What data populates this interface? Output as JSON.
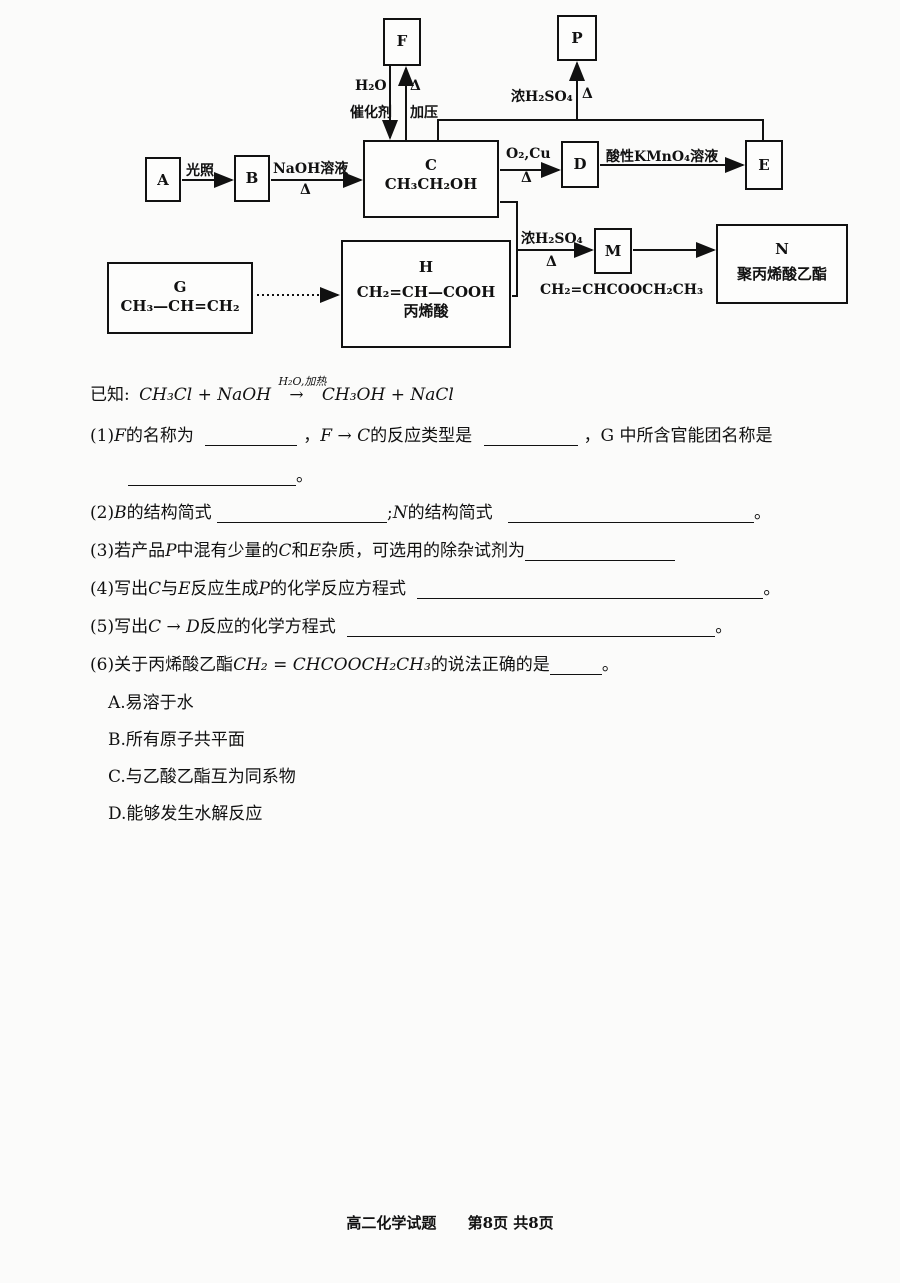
{
  "diagram": {
    "boxes": {
      "F": "F",
      "P": "P",
      "A": "A",
      "B": "B",
      "C_letter": "C",
      "C_formula": "CH₃CH₂OH",
      "D": "D",
      "E": "E",
      "G_letter": "G",
      "G_formula": "CH₃—CH=CH₂",
      "H_letter": "H",
      "H_formula": "CH₂=CH—COOH",
      "H_name": "丙烯酸",
      "M": "M",
      "N_letter": "N",
      "N_name": "聚丙烯酸乙酯"
    },
    "labels": {
      "a_to_b": "光照",
      "b_to_c": "NaOH溶液",
      "b_to_c_2": "Δ",
      "f_to_c_1": "H₂O",
      "f_to_c_2": "催化剂",
      "f_to_c_3": "Δ",
      "f_to_c_4": "加压",
      "c_to_d_1": "O₂,Cu",
      "c_to_d_2": "Δ",
      "d_to_e": "酸性KMnO₄溶液",
      "to_p_1": "浓H₂SO₄",
      "to_p_2": "Δ",
      "to_m_1": "浓H₂SO₄",
      "to_m_2": "Δ",
      "m_formula": "CH₂=CHCOOCH₂CH₃"
    }
  },
  "known": {
    "prefix": "已知:",
    "eq_left": "CH₃Cl + NaOH",
    "eq_cond": "H₂O,加热",
    "eq_arrow": "→",
    "eq_right": "CH₃OH + NaCl"
  },
  "questions": {
    "q1_a": "(1)",
    "q1_b": "F",
    "q1_c": "的名称为",
    "q1_d": "，",
    "q1_e": "F → C",
    "q1_f": "的反应类型是",
    "q1_g": "，G 中所含官能团名称是",
    "q1_end": "。",
    "q2_a": "(2)",
    "q2_b": "B",
    "q2_c": "的结构简式",
    "q2_d": ";",
    "q2_e": "N",
    "q2_f": "的结构简式",
    "q2_end": "。",
    "q3_a": "(3)若产品",
    "q3_b": "P",
    "q3_c": "中混有少量的",
    "q3_d": "C",
    "q3_e": "和",
    "q3_f": "E",
    "q3_g": "杂质，可选用的除杂试剂为",
    "q4_a": "(4)写出",
    "q4_b": "C",
    "q4_c": "与",
    "q4_d": "E",
    "q4_e": "反应生成",
    "q4_f": "P",
    "q4_g": "的化学反应方程式",
    "q4_end": "。",
    "q5_a": "(5)写出",
    "q5_b": "C → D",
    "q5_c": "反应的化学方程式",
    "q5_end": "。",
    "q6_a": "(6)关于丙烯酸乙酯",
    "q6_b": "CH₂ = CHCOOCH₂CH₃",
    "q6_c": "的说法正确的是",
    "q6_end": "。"
  },
  "options": [
    "A.易溶于水",
    "B.所有原子共平面",
    "C.与乙酸乙酯互为同系物",
    "D.能够发生水解反应"
  ],
  "footer": {
    "title": "高二化学试题",
    "page": "第8页  共8页"
  }
}
